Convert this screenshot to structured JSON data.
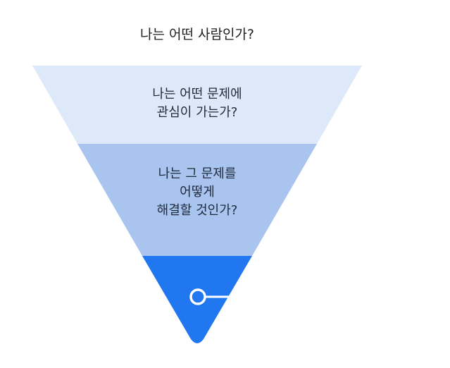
{
  "title": "나는 어떤 사람인가?",
  "levels": [
    {
      "lines": [
        "나는 어떤 문제에",
        "관심이 가는가?"
      ],
      "color": "#dde8f8"
    },
    {
      "lines": [
        "나는 그 문제를",
        "어떻게",
        "해결할 것인가?"
      ],
      "color": "#a9c4ee"
    },
    {
      "lines": [],
      "color": "#2077ef"
    }
  ],
  "marker_color": "#ffffff"
}
